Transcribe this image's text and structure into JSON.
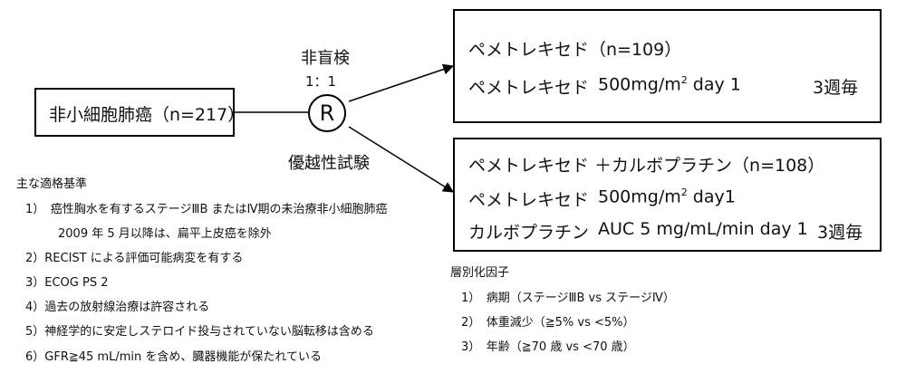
{
  "population": "非小細胞肺癌（n=217）",
  "randomization": {
    "design": "非盲検",
    "ratio": "1：1",
    "symbol": "R",
    "trial_type": "優越性試験"
  },
  "arm1": {
    "name": "ペメトレキセド（n=109）",
    "regimen_drug": "ペメトレキセド",
    "regimen_dose_base": "500mg/m",
    "regimen_dose_sup": "2",
    "regimen_dose_tail": " day 1",
    "regimen_schedule": "3週毎"
  },
  "arm2": {
    "name": "ペメトレキセド ＋カルボプラチン（n=108）",
    "line2_drug": "ペメトレキセド",
    "line2_dose_base": "500mg/m",
    "line2_dose_sup": "2",
    "line2_dose_tail": " day1",
    "line3_drug": "カルボプラチン",
    "line3_dose": "AUC 5 mg/mL/min day 1",
    "line3_schedule": "3週毎"
  },
  "eligibility": {
    "heading": "主な適格基準",
    "items": [
      "1）　癌性胸水を有するステージⅢB またはⅣ期の未治療非小細胞肺癌",
      "2009 年 5 月以降は、扁平上皮癌を除外",
      "2）RECIST による評価可能病変を有する",
      "3）ECOG PS 2",
      "4）過去の放射線治療は許容される",
      "5）神経学的に安定しステロイド投与されていない脳転移は含める",
      "6）GFR≧45 mL/min を含め、臓器機能が保たれている"
    ]
  },
  "stratification": {
    "heading": "層別化因子",
    "items": [
      "1）　病期（ステージⅢB vs ステージⅣ）",
      "2）　体重減少（≧5% vs <5%）",
      "3）　年齢（≧70 歳 vs <70 歳）"
    ]
  }
}
